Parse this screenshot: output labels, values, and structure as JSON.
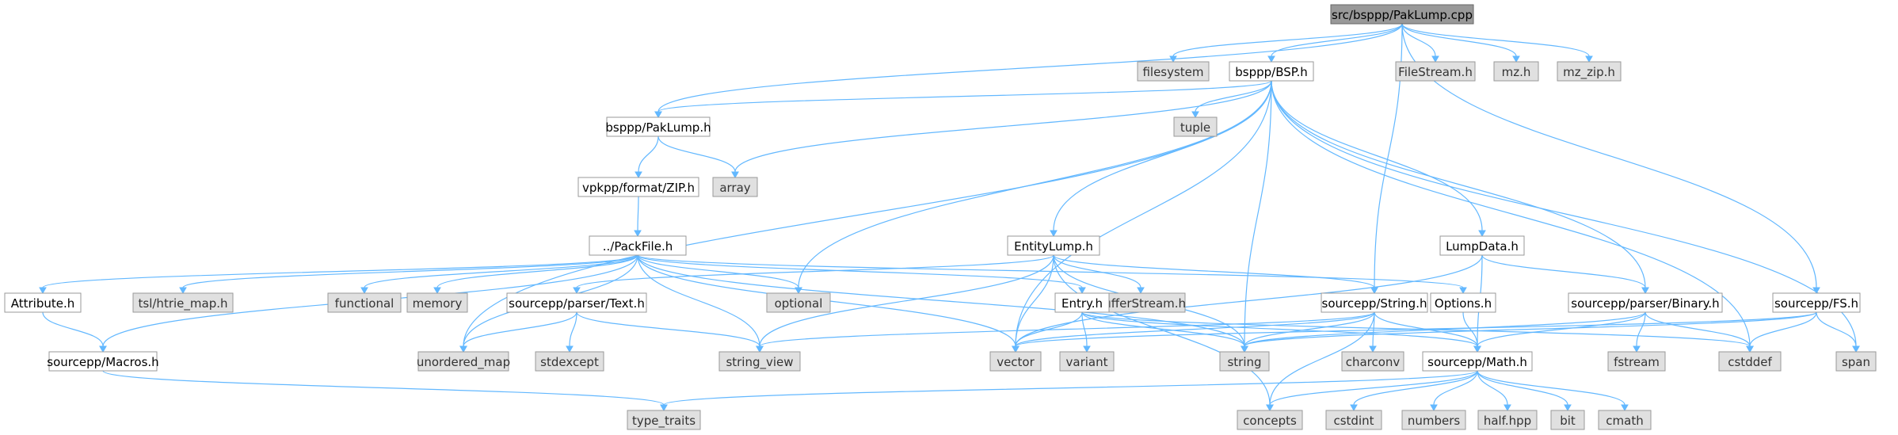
{
  "nodes": [
    {
      "id": "root",
      "label": "src/bsppp/PakLump.cpp",
      "kind": "root"
    },
    {
      "id": "filesystem",
      "label": "filesystem",
      "kind": "sys"
    },
    {
      "id": "bsph",
      "label": "bsppp/BSP.h",
      "kind": "plain"
    },
    {
      "id": "filestream",
      "label": "FileStream.h",
      "kind": "sys"
    },
    {
      "id": "mzh",
      "label": "mz.h",
      "kind": "sys"
    },
    {
      "id": "mzziph",
      "label": "mz_zip.h",
      "kind": "sys"
    },
    {
      "id": "paklumph",
      "label": "bsppp/PakLump.h",
      "kind": "plain"
    },
    {
      "id": "tuple",
      "label": "tuple",
      "kind": "sys"
    },
    {
      "id": "array",
      "label": "array",
      "kind": "sys"
    },
    {
      "id": "ziph",
      "label": "vpkpp/format/ZIP.h",
      "kind": "plain"
    },
    {
      "id": "packfile",
      "label": "../PackFile.h",
      "kind": "plain"
    },
    {
      "id": "entitylump",
      "label": "EntityLump.h",
      "kind": "plain"
    },
    {
      "id": "lumpdata",
      "label": "LumpData.h",
      "kind": "plain"
    },
    {
      "id": "fsh",
      "label": "sourcepp/FS.h",
      "kind": "plain"
    },
    {
      "id": "attribute",
      "label": "Attribute.h",
      "kind": "plain"
    },
    {
      "id": "htrie",
      "label": "tsl/htrie_map.h",
      "kind": "sys"
    },
    {
      "id": "functional",
      "label": "functional",
      "kind": "sys"
    },
    {
      "id": "memory",
      "label": "memory",
      "kind": "sys"
    },
    {
      "id": "optional",
      "label": "optional",
      "kind": "sys"
    },
    {
      "id": "parsertext",
      "label": "sourcepp/parser/Text.h",
      "kind": "plain"
    },
    {
      "id": "bufferstream",
      "label": "BufferStream.h",
      "kind": "sys"
    },
    {
      "id": "entryh",
      "label": "Entry.h",
      "kind": "plain"
    },
    {
      "id": "stringh",
      "label": "sourcepp/String.h",
      "kind": "plain"
    },
    {
      "id": "optionsh",
      "label": "Options.h",
      "kind": "plain"
    },
    {
      "id": "binaryh",
      "label": "sourcepp/parser/Binary.h",
      "kind": "plain"
    },
    {
      "id": "macrosh",
      "label": "sourcepp/Macros.h",
      "kind": "plain"
    },
    {
      "id": "unordered_map",
      "label": "unordered_map",
      "kind": "sys"
    },
    {
      "id": "stdexcept",
      "label": "stdexcept",
      "kind": "sys"
    },
    {
      "id": "string_view",
      "label": "string_view",
      "kind": "sys"
    },
    {
      "id": "vector",
      "label": "vector",
      "kind": "sys"
    },
    {
      "id": "variant",
      "label": "variant",
      "kind": "sys"
    },
    {
      "id": "string",
      "label": "string",
      "kind": "sys"
    },
    {
      "id": "charconv",
      "label": "charconv",
      "kind": "sys"
    },
    {
      "id": "mathh",
      "label": "sourcepp/Math.h",
      "kind": "plain"
    },
    {
      "id": "fstream",
      "label": "fstream",
      "kind": "sys"
    },
    {
      "id": "cstddef",
      "label": "cstddef",
      "kind": "sys"
    },
    {
      "id": "span",
      "label": "span",
      "kind": "sys"
    },
    {
      "id": "type_traits",
      "label": "type_traits",
      "kind": "sys"
    },
    {
      "id": "concepts",
      "label": "concepts",
      "kind": "sys"
    },
    {
      "id": "cstdint",
      "label": "cstdint",
      "kind": "sys"
    },
    {
      "id": "numbers",
      "label": "numbers",
      "kind": "sys"
    },
    {
      "id": "halfhpp",
      "label": "half.hpp",
      "kind": "sys"
    },
    {
      "id": "bit",
      "label": "bit",
      "kind": "sys"
    },
    {
      "id": "cmath",
      "label": "cmath",
      "kind": "sys"
    }
  ],
  "edges": [
    [
      "root",
      "filesystem"
    ],
    [
      "root",
      "bsph"
    ],
    [
      "root",
      "filestream"
    ],
    [
      "root",
      "mzh"
    ],
    [
      "root",
      "mzziph"
    ],
    [
      "root",
      "paklumph"
    ],
    [
      "root",
      "stringh"
    ],
    [
      "root",
      "fsh"
    ],
    [
      "bsph",
      "paklumph"
    ],
    [
      "bsph",
      "tuple"
    ],
    [
      "bsph",
      "array"
    ],
    [
      "bsph",
      "optional"
    ],
    [
      "bsph",
      "unordered_map"
    ],
    [
      "bsph",
      "vector"
    ],
    [
      "bsph",
      "string"
    ],
    [
      "bsph",
      "entitylump"
    ],
    [
      "bsph",
      "lumpdata"
    ],
    [
      "bsph",
      "binaryh"
    ],
    [
      "bsph",
      "cstddef"
    ],
    [
      "bsph",
      "span"
    ],
    [
      "paklumph",
      "array"
    ],
    [
      "paklumph",
      "ziph"
    ],
    [
      "ziph",
      "packfile"
    ],
    [
      "packfile",
      "attribute"
    ],
    [
      "packfile",
      "htrie"
    ],
    [
      "packfile",
      "functional"
    ],
    [
      "packfile",
      "memory"
    ],
    [
      "packfile",
      "optional"
    ],
    [
      "packfile",
      "macrosh"
    ],
    [
      "packfile",
      "unordered_map"
    ],
    [
      "packfile",
      "string_view"
    ],
    [
      "packfile",
      "vector"
    ],
    [
      "packfile",
      "string"
    ],
    [
      "packfile",
      "entryh"
    ],
    [
      "packfile",
      "optionsh"
    ],
    [
      "attribute",
      "macrosh"
    ],
    [
      "macrosh",
      "type_traits"
    ],
    [
      "entitylump",
      "parsertext"
    ],
    [
      "entitylump",
      "bufferstream"
    ],
    [
      "entitylump",
      "stringh"
    ],
    [
      "entitylump",
      "string_view"
    ],
    [
      "entitylump",
      "vector"
    ],
    [
      "entitylump",
      "string"
    ],
    [
      "entitylump",
      "concepts"
    ],
    [
      "lumpdata",
      "vector"
    ],
    [
      "lumpdata",
      "binaryh"
    ],
    [
      "lumpdata",
      "mathh"
    ],
    [
      "parsertext",
      "unordered_map"
    ],
    [
      "parsertext",
      "stdexcept"
    ],
    [
      "parsertext",
      "string_view"
    ],
    [
      "entryh",
      "vector"
    ],
    [
      "entryh",
      "variant"
    ],
    [
      "entryh",
      "string"
    ],
    [
      "entryh",
      "cstddef"
    ],
    [
      "entryh",
      "mathh"
    ],
    [
      "stringh",
      "concepts"
    ],
    [
      "stringh",
      "charconv"
    ],
    [
      "stringh",
      "string"
    ],
    [
      "stringh",
      "string_view"
    ],
    [
      "stringh",
      "vector"
    ],
    [
      "stringh",
      "mathh"
    ],
    [
      "optionsh",
      "mathh"
    ],
    [
      "binaryh",
      "fstream"
    ],
    [
      "binaryh",
      "cstddef"
    ],
    [
      "binaryh",
      "string"
    ],
    [
      "binaryh",
      "mathh"
    ],
    [
      "fsh",
      "string"
    ],
    [
      "fsh",
      "vector"
    ],
    [
      "fsh",
      "cstddef"
    ],
    [
      "fsh",
      "span"
    ],
    [
      "mathh",
      "type_traits"
    ],
    [
      "mathh",
      "concepts"
    ],
    [
      "mathh",
      "cstdint"
    ],
    [
      "mathh",
      "numbers"
    ],
    [
      "mathh",
      "halfhpp"
    ],
    [
      "mathh",
      "bit"
    ],
    [
      "mathh",
      "cmath"
    ]
  ]
}
